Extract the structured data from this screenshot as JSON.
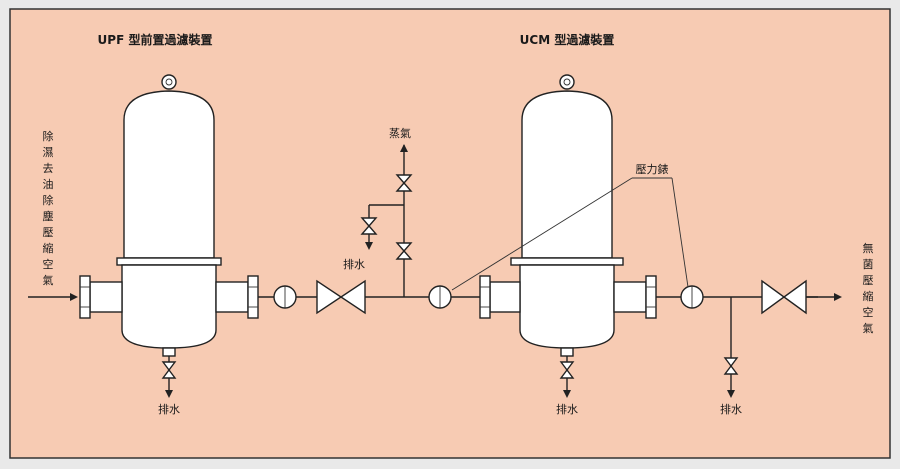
{
  "titles": {
    "upf": "UPF 型前置過濾裝置",
    "ucm": "UCM 型過濾裝置"
  },
  "inlet_label": [
    "除",
    "濕",
    "去",
    "油",
    "除",
    "塵",
    "壓",
    "縮",
    "空",
    "氣"
  ],
  "outlet_label": [
    "無",
    "菌",
    "壓",
    "縮",
    "空",
    "氣"
  ],
  "labels": {
    "steam": "蒸氣",
    "pressure_gauge": "壓力錶",
    "drain": "排水"
  },
  "colors": {
    "background": "#f7cbb3",
    "border": "#333333",
    "outer": "#e9e9e9"
  }
}
